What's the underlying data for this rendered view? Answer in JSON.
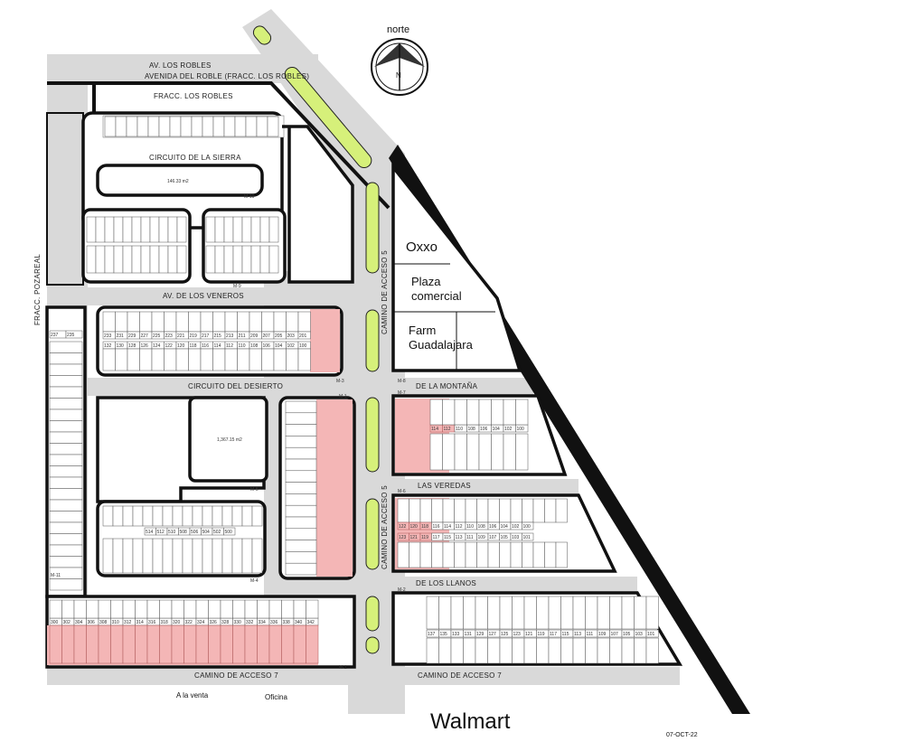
{
  "compass": {
    "label": "norte",
    "letter": "N"
  },
  "roads": {
    "av_los_robles": "AV. LOS ROBLES",
    "av_los_robles_sub": "AVENIDA DEL ROBLE (FRACC. LOS ROBLES)",
    "fracc_los_robles": "FRACC. LOS ROBLES",
    "circuito_sierra": "CIRCUITO DE LA SIERRA",
    "av_veneros": "AV. DE LOS VENEROS",
    "circuito_desierto": "CIRCUITO DEL DESIERTO",
    "camino_acceso_5": "CAMINO DE ACCESO 5",
    "camino_acceso_7": "CAMINO DE ACCESO 7",
    "de_la_montana": "DE LA MONTAÑA",
    "las_veredas": "LAS VEREDAS",
    "de_los_llanos": "DE LOS LLANOS",
    "fracc_pozareal": "FRACC. POZAREAL"
  },
  "places": {
    "oxxo": "Oxxo",
    "plaza_line1": "Plaza",
    "plaza_line2": "comercial",
    "farm_line1": "Farm",
    "farm_line2": "Guadalajara",
    "walmart": "Walmart",
    "a_la_venta": "A la venta",
    "oficina": "Oficina"
  },
  "areas": {
    "sierra_park": "146.33 m2",
    "desierto_park": "1,367.15 m2"
  },
  "blocks": {
    "m10": "M-10",
    "m9": "M-9",
    "m3": "M-3",
    "m5": "M-5",
    "m4": "M-4",
    "m1": "M-1",
    "m8": "M-8",
    "m7": "M-7",
    "m6": "M-6",
    "m2": "M-2",
    "m11": "M-11"
  },
  "date": "07-OCT-22",
  "veneros_row_numbers": [
    "233",
    "231",
    "229",
    "227",
    "225",
    "223",
    "221",
    "219",
    "217",
    "215",
    "213",
    "211",
    "209",
    "207",
    "205",
    "203",
    "201"
  ],
  "veneros_row_numbers_b": [
    "132",
    "130",
    "128",
    "126",
    "124",
    "122",
    "120",
    "118",
    "116",
    "114",
    "112",
    "110",
    "108",
    "106",
    "104",
    "102",
    "100"
  ],
  "montana_row_numbers": [
    "114",
    "112",
    "110",
    "108",
    "106",
    "104",
    "102",
    "100"
  ],
  "veredas_row_numbers": [
    "122",
    "120",
    "118",
    "116",
    "114",
    "112",
    "110",
    "108",
    "106",
    "104",
    "102",
    "100"
  ],
  "veredas_row_numbers_b": [
    "123",
    "121",
    "119",
    "117",
    "115",
    "113",
    "111",
    "109",
    "107",
    "105",
    "103",
    "101"
  ],
  "left_corner_numbers": [
    "237",
    "235"
  ],
  "m4_row_numbers": [
    "514",
    "512",
    "510",
    "508",
    "506",
    "504",
    "502",
    "500"
  ],
  "bottom_row_numbers": [
    "300",
    "302",
    "304",
    "306",
    "308",
    "310",
    "312",
    "314",
    "316",
    "318",
    "320",
    "322",
    "324",
    "326",
    "328",
    "330",
    "332",
    "334",
    "336",
    "338",
    "340",
    "342"
  ],
  "south_row_numbers": [
    "137",
    "135",
    "133",
    "131",
    "129",
    "127",
    "125",
    "123",
    "121",
    "119",
    "117",
    "115",
    "113",
    "111",
    "109",
    "107",
    "105",
    "103",
    "101"
  ]
}
